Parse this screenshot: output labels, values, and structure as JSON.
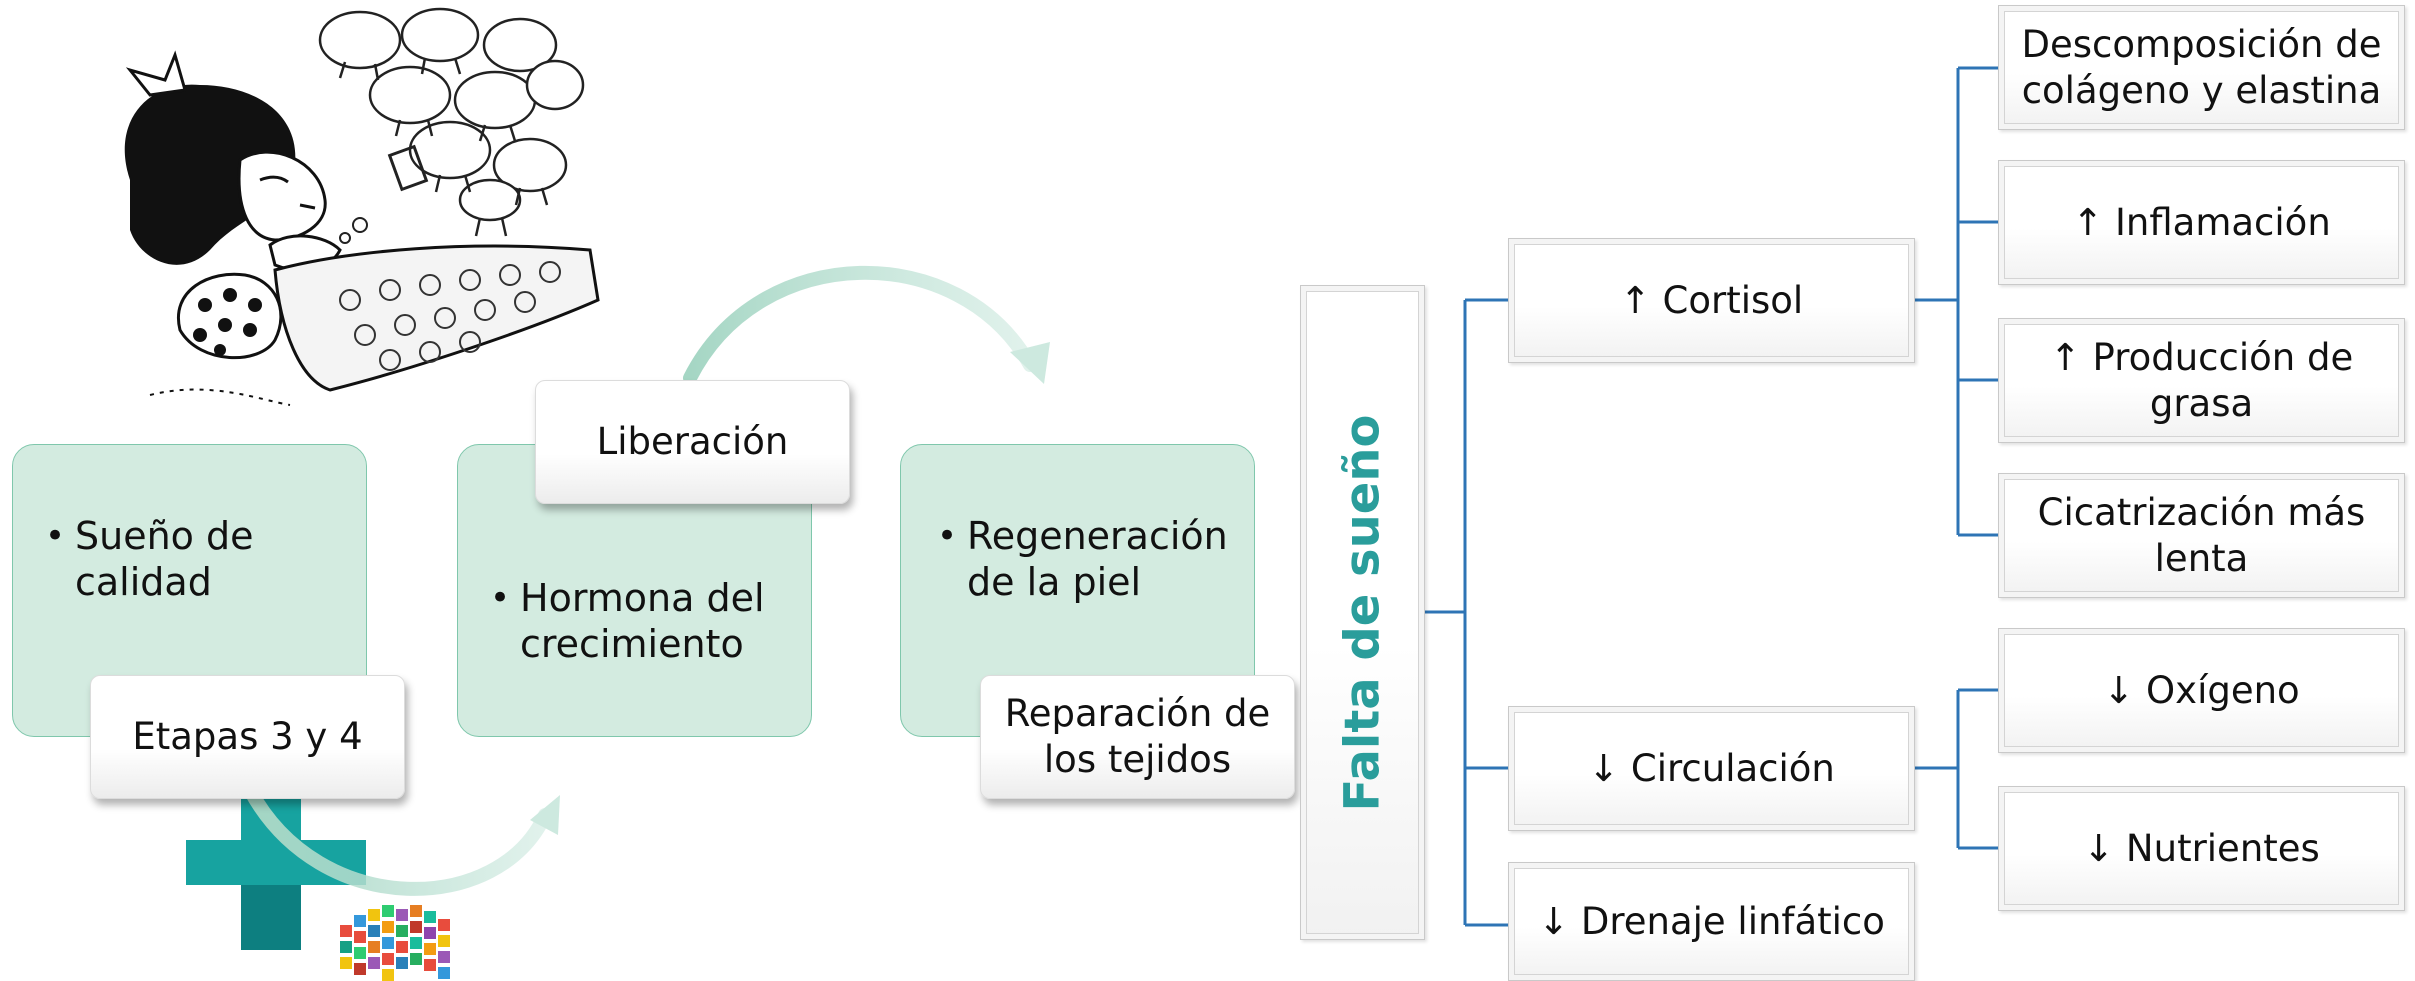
{
  "process": {
    "steps": [
      {
        "bullet": "Sueño de calidad",
        "tab": "Etapas 3 y 4"
      },
      {
        "bullet": "Hormona del crecimiento",
        "tab": "Liberación"
      },
      {
        "bullet": "Regeneración de la piel",
        "tab": "Reparación de los tejidos"
      }
    ]
  },
  "tree": {
    "root": "Falta de sueño",
    "branches": [
      {
        "label": "↑ Cortisol",
        "children": [
          "Descomposición de colágeno y elastina",
          "↑ Inflamación",
          "↑ Producción de grasa",
          "Cicatrización más lenta"
        ]
      },
      {
        "label": "↓ Circulación",
        "children": [
          "↓ Oxígeno",
          "↓ Nutrientes"
        ]
      },
      {
        "label": "↓ Drenaje linfático",
        "children": []
      }
    ]
  },
  "colors": {
    "accent_teal": "#2a9d9b",
    "connector_blue": "#2e74b5",
    "process_fill": "#d3ebe0",
    "arrow_mint": "#a8d8c6"
  },
  "images": {
    "cartoon": "girl-sleeping-counting-sheep-illustration",
    "logos": [
      "teal-cross-logo",
      "colorful-pixel-logo"
    ]
  }
}
